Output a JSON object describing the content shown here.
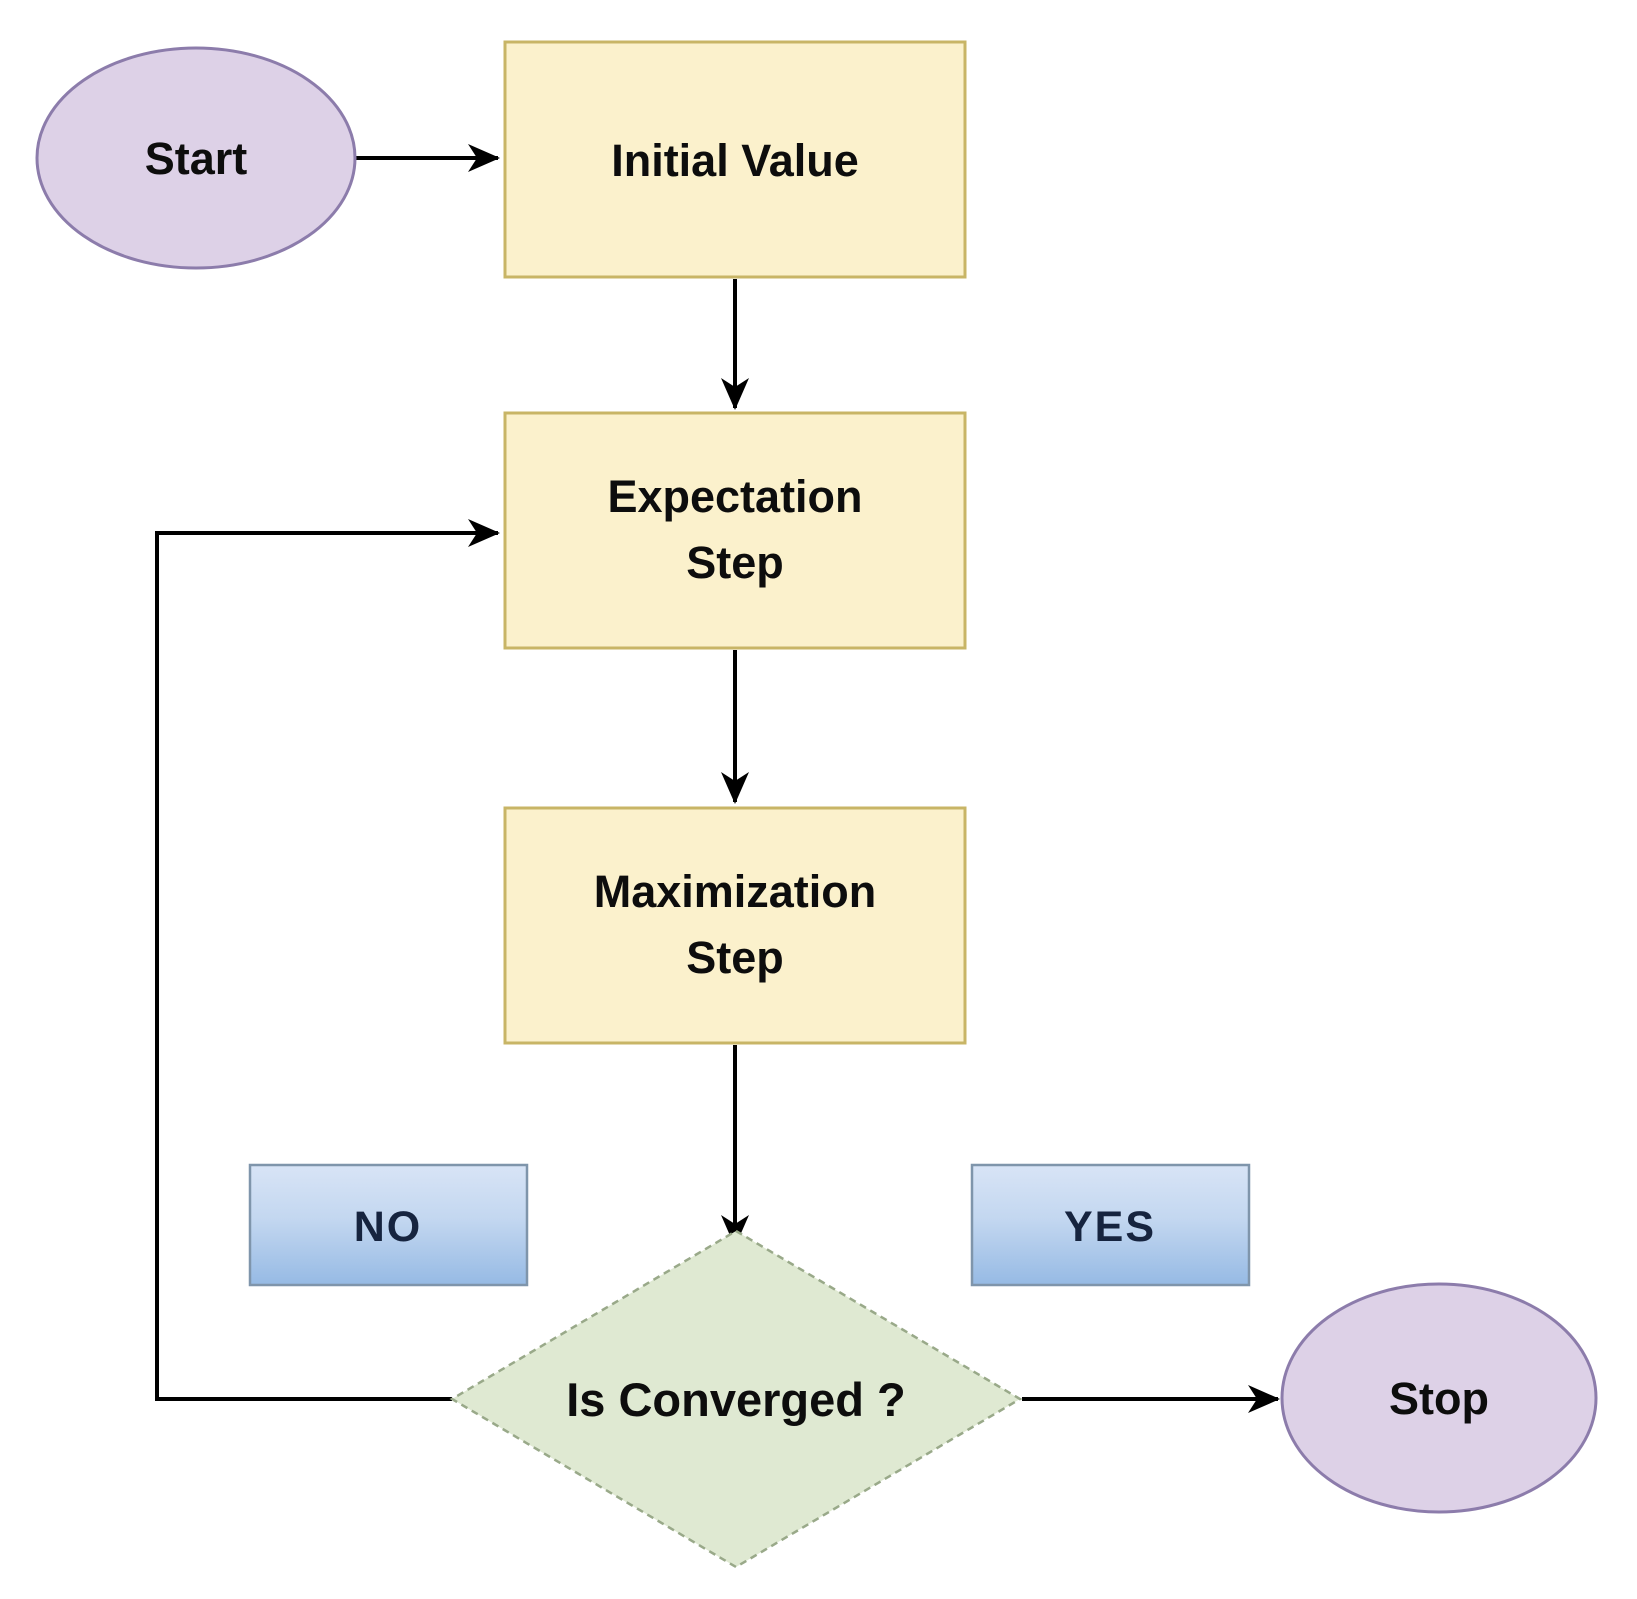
{
  "diagram": {
    "type": "flowchart",
    "nodes": {
      "start": {
        "label": "Start",
        "shape": "ellipse"
      },
      "initial_value": {
        "label": "Initial Value",
        "shape": "process"
      },
      "expectation_step": {
        "line1": "Expectation",
        "line2": "Step",
        "shape": "process"
      },
      "maximization_step": {
        "line1": "Maximization",
        "line2": "Step",
        "shape": "process"
      },
      "decision": {
        "label": "Is Converged ?",
        "shape": "diamond"
      },
      "stop": {
        "label": "Stop",
        "shape": "ellipse"
      }
    },
    "edge_labels": {
      "no": {
        "label": "NO"
      },
      "yes": {
        "label": "YES"
      }
    },
    "edges": [
      {
        "from": "Start",
        "to": "Initial Value"
      },
      {
        "from": "Initial Value",
        "to": "Expectation Step"
      },
      {
        "from": "Expectation Step",
        "to": "Maximization Step"
      },
      {
        "from": "Maximization Step",
        "to": "Is Converged ?"
      },
      {
        "from": "Is Converged ?",
        "to": "Stop",
        "condition": "YES"
      },
      {
        "from": "Is Converged ?",
        "to": "Expectation Step",
        "condition": "NO"
      }
    ],
    "colors": {
      "terminator_fill": "#ddd1e7",
      "terminator_stroke": "#8c7cab",
      "process_fill": "#fbf1cc",
      "process_stroke": "#c8b566",
      "decision_fill": "#dfe9d2",
      "decision_stroke": "#99a989",
      "label_box_top": "#d8e4f6",
      "label_box_mid": "#c3d7f0",
      "label_box_bottom": "#96bae4",
      "label_box_stroke": "#7f95ab",
      "label_text": "#16243f",
      "arrow": "#000000"
    }
  }
}
